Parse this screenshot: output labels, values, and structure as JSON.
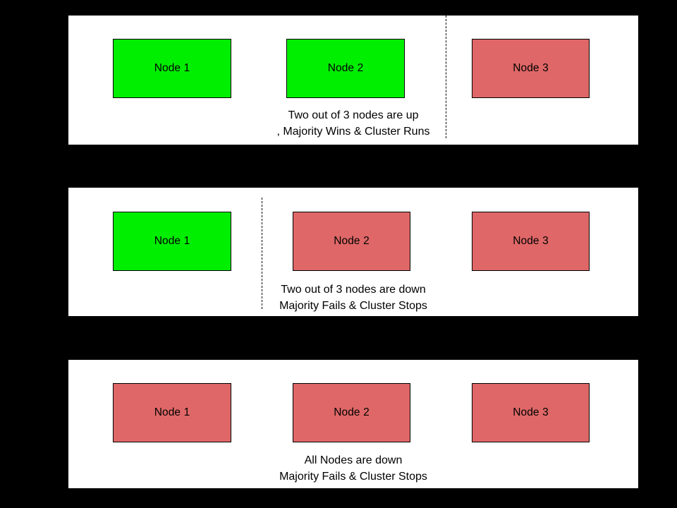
{
  "diagram": {
    "background_color": "#000000",
    "panel_color": "#ffffff",
    "node_up_color": "#00ee00",
    "node_down_color": "#df6767",
    "panels": [
      {
        "id": "scenario-one-node-down",
        "nodes": [
          {
            "label": "Node 1",
            "state": "up"
          },
          {
            "label": "Node 2",
            "state": "up"
          },
          {
            "label": "Node 3",
            "state": "down"
          }
        ],
        "divider": "dashed-vertical-line",
        "caption_line1": "Two out of 3 nodes are up",
        "caption_line2": ", Majority Wins & Cluster Runs"
      },
      {
        "id": "scenario-two-nodes-down",
        "nodes": [
          {
            "label": "Node 1",
            "state": "up"
          },
          {
            "label": "Node 2",
            "state": "down"
          },
          {
            "label": "Node 3",
            "state": "down"
          }
        ],
        "divider": "dashed-vertical-line",
        "caption_line1": "Two out of 3 nodes are down",
        "caption_line2": "Majority Fails & Cluster Stops"
      },
      {
        "id": "scenario-all-nodes-down",
        "nodes": [
          {
            "label": "Node 1",
            "state": "down"
          },
          {
            "label": "Node 2",
            "state": "down"
          },
          {
            "label": "Node 3",
            "state": "down"
          }
        ],
        "divider": null,
        "caption_line1": "All Nodes are down",
        "caption_line2": "Majority Fails & Cluster Stops"
      }
    ]
  }
}
